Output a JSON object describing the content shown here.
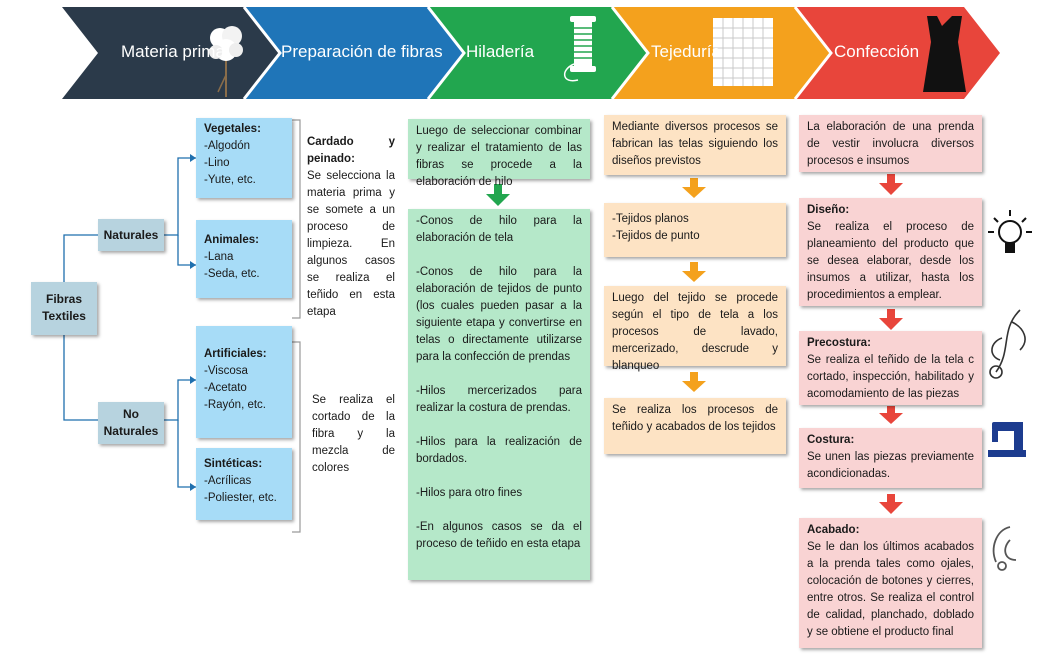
{
  "header": {
    "stages": [
      {
        "label": "Materia prima",
        "color": "#2b3a4a"
      },
      {
        "label": "Preparación de fibras",
        "color": "#1f75b8"
      },
      {
        "label": "Hiladería",
        "color": "#22a64f"
      },
      {
        "label": "Tejeduría",
        "color": "#f4a11d"
      },
      {
        "label": "Confección",
        "color": "#e8453b"
      }
    ]
  },
  "fibras": {
    "root": "Fibras\nTextiles",
    "naturales": "Naturales",
    "no_naturales": "No\nNaturales",
    "vegetales_title": "Vegetales:",
    "vegetales_items": "-Algodón\n-Lino\n-Yute, etc.",
    "animales_title": "Animales:",
    "animales_items": "-Lana\n-Seda, etc.",
    "artificiales_title": "Artificiales:",
    "artificiales_items": "-Viscosa\n-Acetato\n-Rayón, etc.",
    "sinteticas_title": "Sintéticas:",
    "sinteticas_items": "-Acrílicas\n-Poliester, etc."
  },
  "preparacion": {
    "cardado_title": "Cardado y peinado:",
    "cardado_text": "Se selecciona la materia prima y se somete a un proceso de limpieza. En algunos casos se realiza el teñido en esta etapa",
    "cortado_text": "Se realiza el cortado de la fibra y la mezcla de colores"
  },
  "hiladeria": {
    "intro": "Luego de seleccionar combinar y realizar el tratamiento de las fibras se procede a la elaboración de hilo",
    "items": [
      "-Conos de hilo para la elaboración de tela",
      "-Conos de hilo para la elaboración de tejidos de punto (los cuales pueden pasar a la siguiente etapa y convertirse en telas o directamente utilizarse para la confección de prendas",
      "-Hilos mercerizados para realizar la costura de prendas.",
      "-Hilos para la realización de bordados.",
      "-Hilos para otro fines",
      "-En algunos casos se da el proceso de teñido en esta etapa"
    ]
  },
  "tejeduria": {
    "intro": "Mediante diversos procesos se fabrican las telas siguiendo los diseños previstos",
    "tipos": "-Tejidos planos\n-Tejidos de punto",
    "lavado": "Luego del tejido se procede según el tipo de tela a los procesos de lavado, mercerizado, descrude y blanqueo",
    "acabados": "Se realiza los procesos de teñido y acabados de los tejidos"
  },
  "confeccion": {
    "intro": "La elaboración de una prenda de vestir involucra diversos procesos e insumos",
    "diseno_title": "Diseño:",
    "diseno_text": "Se realiza el proceso de planeamiento del producto que se desea elaborar, desde los insumos a utilizar, hasta los procedimientos a emplear.",
    "precostura_title": "Precostura:",
    "precostura_text": "Se realiza el teñido de la tela c cortado, inspección, habilitado y acomodamiento de las piezas",
    "costura_title": "Costura:",
    "costura_text": "Se unen las piezas previamente acondicionadas.",
    "acabado_title": "Acabado:",
    "acabado_text": "Se le dan los últimos acabados a la prenda tales como ojales, colocación de botones y cierres, entre otros. Se realiza el control de calidad, planchado, doblado y se obtiene el producto final"
  },
  "colors": {
    "tree_line": "#1f6fae",
    "arrow_green": "#22a64f",
    "arrow_orange": "#f4a11d",
    "arrow_red": "#e8453b"
  },
  "icons": [
    "cotton-icon",
    "thread-spool-icon",
    "woven-fabric-icon",
    "dress-icon",
    "lightbulb-icon",
    "sewing-pattern-icon",
    "sewing-machine-icon",
    "scissors-icon"
  ]
}
